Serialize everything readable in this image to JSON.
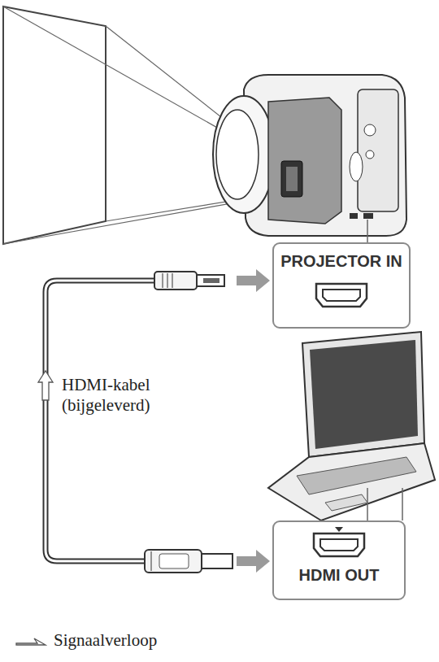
{
  "diagram": {
    "nodes": [
      {
        "text": [
          "PROJECTOR IN"
        ]
      },
      {
        "text": [
          "HDMI OUT"
        ]
      }
    ],
    "edges": [
      {
        "from": 1,
        "to": 0,
        "arrow": "both",
        "label": "HDMI-kabel (bijgeleverd)"
      }
    ],
    "legend": [
      {
        "text": "Signaalverloop"
      }
    ]
  }
}
